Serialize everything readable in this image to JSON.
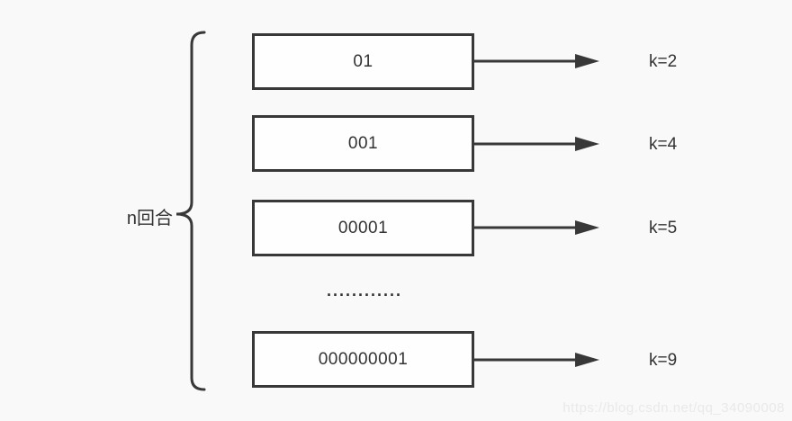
{
  "figure": {
    "brace_label": "n回合",
    "dots": "............",
    "rows": [
      {
        "box_label": "01",
        "k_label": "k=2"
      },
      {
        "box_label": "001",
        "k_label": "k=4"
      },
      {
        "box_label": "00001",
        "k_label": "k=5"
      },
      {
        "box_label": "000000001",
        "k_label": "k=9"
      }
    ],
    "watermark": "https://blog.csdn.net/qq_34090008"
  },
  "colors": {
    "background": "#f9f9f9",
    "stroke": "#383838",
    "text": "#333333",
    "box_fill": "#fefefe",
    "watermark": "#e9e9e9"
  }
}
